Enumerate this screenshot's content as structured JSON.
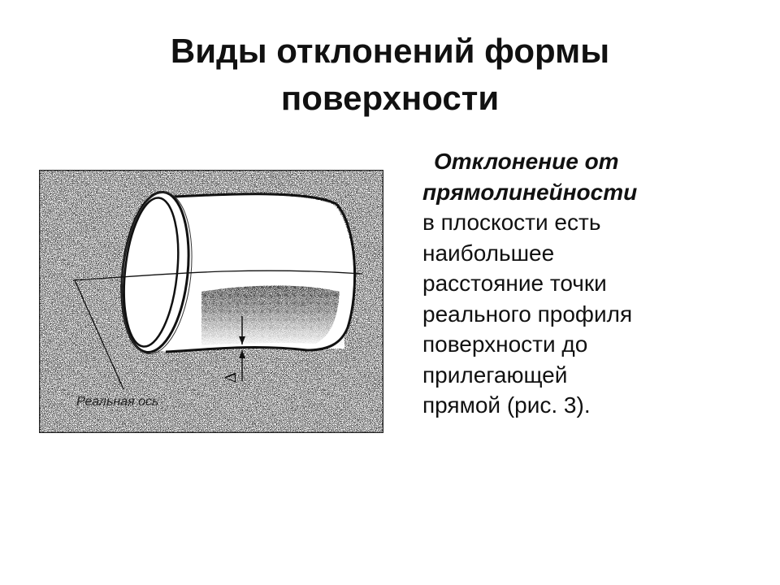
{
  "title": {
    "line1": "Виды отклонений формы",
    "line2": "поверхности"
  },
  "figure": {
    "axis_label": "Реальная ось",
    "delta_symbol": "Δ"
  },
  "description": {
    "lead_line1": "Отклонение от",
    "lead_line2": "прямолинейности",
    "lines": [
      "в плоскости есть",
      "наибольшее",
      "расстояние точки",
      "реального профиля",
      "поверхности до",
      "прилегающей",
      "прямой (рис. 3)."
    ]
  }
}
